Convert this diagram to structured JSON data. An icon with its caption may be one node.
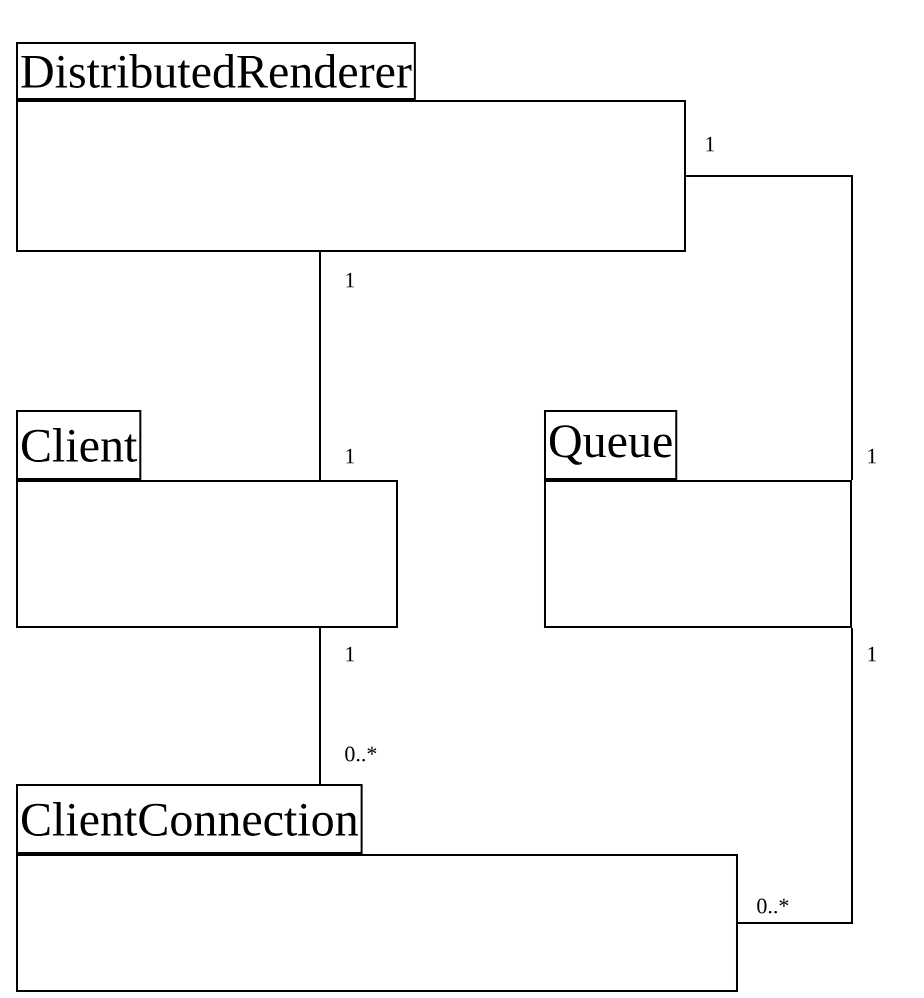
{
  "diagram": {
    "nodes": [
      {
        "text": [
          "DistributedRenderer"
        ]
      },
      {
        "text": [
          "Client"
        ]
      },
      {
        "text": [
          "Queue"
        ]
      },
      {
        "text": [
          "ClientConnection"
        ]
      }
    ],
    "edges": [
      {
        "from": 0,
        "to": 1,
        "arrow": "none"
      },
      {
        "from": 0,
        "to": 2,
        "arrow": "none"
      },
      {
        "from": 1,
        "to": 3,
        "arrow": "none"
      },
      {
        "from": 2,
        "to": 3,
        "arrow": "none"
      }
    ],
    "labels": [
      "1",
      "1",
      "1",
      "1",
      "1",
      "1",
      "0..*",
      "0..*"
    ]
  }
}
